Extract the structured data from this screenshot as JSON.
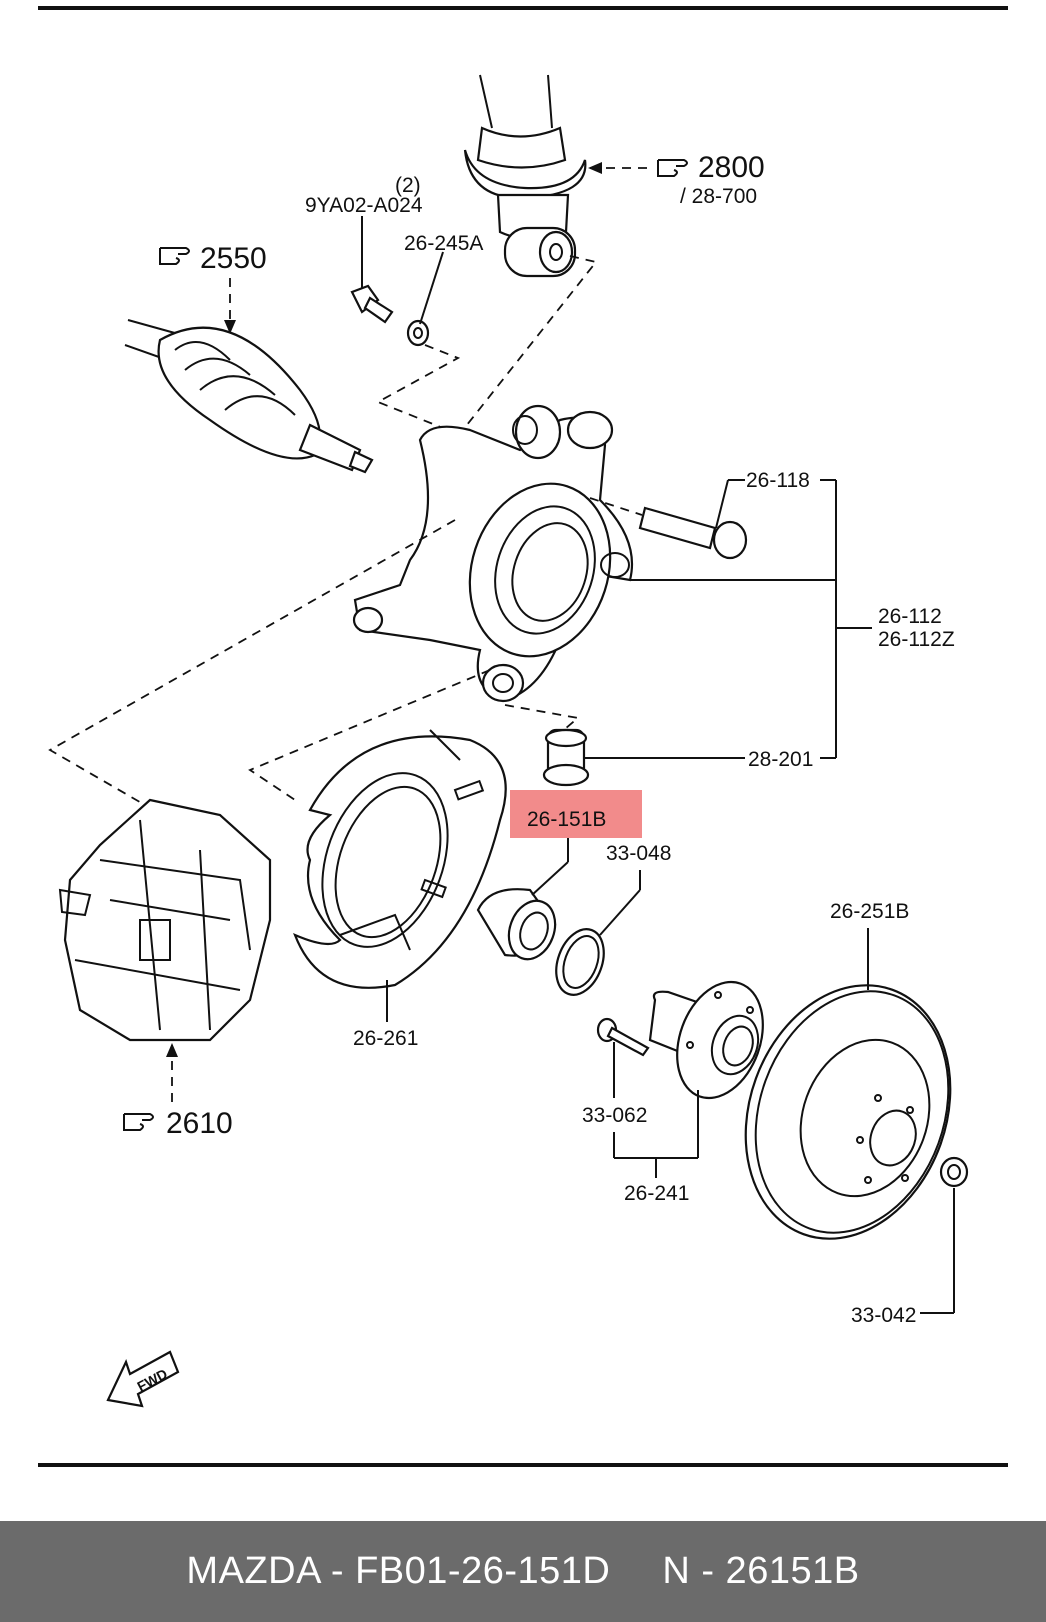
{
  "callouts": {
    "ref_2800": "2800",
    "ref_28_700": "/ 28-700",
    "qty_2": "(2)",
    "part_9ya02": "9YA02-A024",
    "part_26_245a": "26-245A",
    "ref_2550": "2550",
    "part_26_118": "26-118",
    "part_26_112": "26-112",
    "part_26_112z": "26-112Z",
    "part_28_201": "28-201",
    "part_26_151b": "26-151B",
    "part_33_048": "33-048",
    "part_26_251b": "26-251B",
    "part_26_261": "26-261",
    "ref_2610": "2610",
    "part_33_062": "33-062",
    "part_26_241": "26-241",
    "part_33_042": "33-042",
    "fwd": "FWD"
  },
  "highlight": {
    "part": "26-151B",
    "color": "#f28b8b"
  },
  "footer": {
    "left": "MAZDA - FB01-26-151D",
    "right": "N - 26151B",
    "background": "#6b6b6b"
  }
}
